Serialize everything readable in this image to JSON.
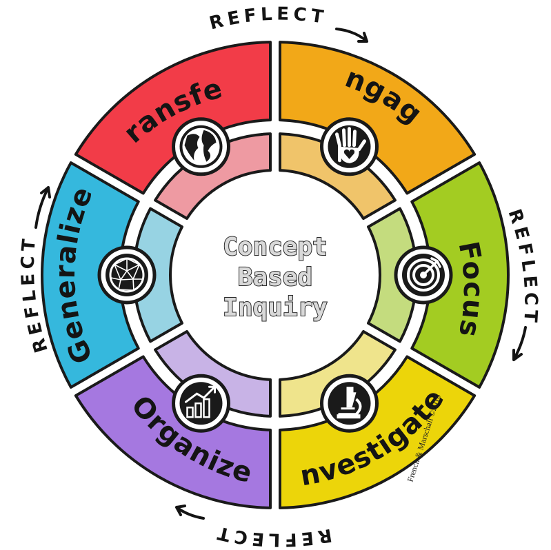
{
  "diagram": {
    "center": {
      "lines": [
        "Concept",
        "Based",
        "Inquiry"
      ]
    },
    "segments": [
      {
        "label": "Engage",
        "icon": "handprint-heart-icon",
        "outer_color": "#f2a818",
        "inner_color": "#f0c46a"
      },
      {
        "label": "Focus",
        "icon": "target-icon",
        "outer_color": "#a3cc22",
        "inner_color": "#c4dc7e"
      },
      {
        "label": "Investigate",
        "icon": "microscope-icon",
        "outer_color": "#ecd50a",
        "inner_color": "#efe48c"
      },
      {
        "label": "Organize",
        "icon": "bar-chart-icon",
        "outer_color": "#a578e0",
        "inner_color": "#c8b3e6"
      },
      {
        "label": "Generalize",
        "icon": "network-sphere-icon",
        "outer_color": "#35b8dd",
        "inner_color": "#97d3e3"
      },
      {
        "label": "Transfer",
        "icon": "globe-icon",
        "outer_color": "#f23c48",
        "inner_color": "#ee9aa2"
      }
    ],
    "reflect_labels": [
      "REFLECT",
      "REFLECT",
      "REFLECT",
      "REFLECT"
    ],
    "credit": "French & Marschall ©2016"
  }
}
